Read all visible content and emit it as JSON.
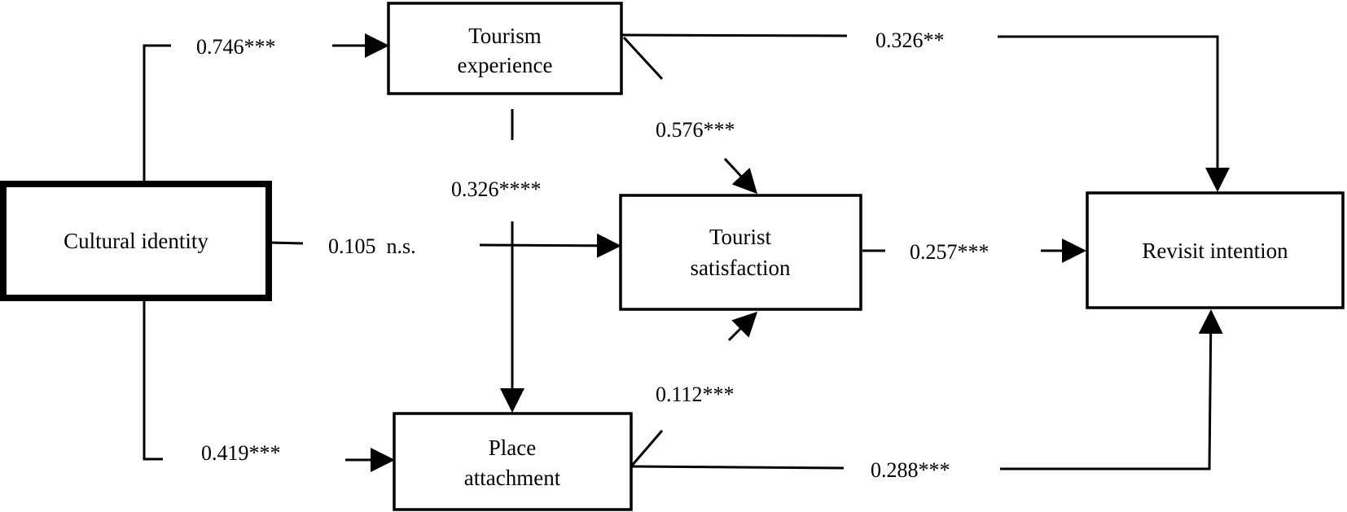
{
  "nodes": {
    "cultural_identity": {
      "label": "Cultural identity"
    },
    "tourism_experience": {
      "label_line1": "Tourism",
      "label_line2": "experience"
    },
    "tourist_satisfaction": {
      "label_line1": "Tourist",
      "label_line2": "satisfaction"
    },
    "place_attachment": {
      "label_line1": "Place",
      "label_line2": "attachment"
    },
    "revisit_intention": {
      "label": "Revisit intention"
    }
  },
  "paths": {
    "ci_to_te": "0.746***",
    "ci_to_ts": "0.105  n.s.",
    "ci_to_pa": "0.419***",
    "te_to_ri": "0.326**",
    "te_to_ts": "0.576***",
    "te_to_pa": "0.326****",
    "ts_to_ri": "0.257***",
    "pa_to_ts": "0.112***",
    "pa_to_ri": "0.288***"
  },
  "colors": {
    "stroke": "#000000",
    "background": "#ffffff"
  }
}
